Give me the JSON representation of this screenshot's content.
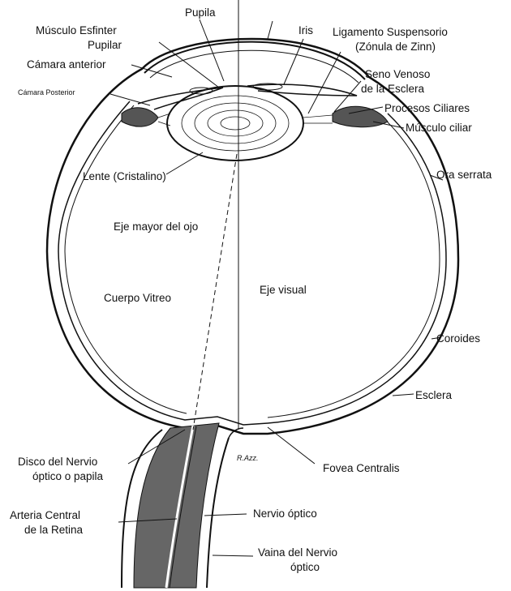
{
  "diagram": {
    "labels": {
      "pupila": "Pupila",
      "musculo_esfinter_1": "Músculo Esfinter",
      "musculo_esfinter_2": "Pupilar",
      "iris": "Iris",
      "ligamento_1": "Ligamento Suspensorio",
      "ligamento_2": "(Zónula de Zinn)",
      "camara_anterior": "Cámara anterior",
      "camara_posterior": "Cámara Posterior",
      "seno_1": "Seno Venoso",
      "seno_2": "de la Esclera",
      "procesos": "Procesos Ciliares",
      "musculo_ciliar": "Músculo ciliar",
      "lente": "Lente (Cristalino)",
      "ora": "Ora serrata",
      "eje_mayor": "Eje mayor del ojo",
      "cuerpo": "Cuerpo Vitreo",
      "eje_visual": "Eje visual",
      "coroides": "Coroides",
      "esclera": "Esclera",
      "disco_1": "Disco del Nervio",
      "disco_2": "óptico o papila",
      "fovea": "Fovea Centralis",
      "arteria_1": "Arteria Central",
      "arteria_2": "de la Retina",
      "nervio": "Nervio óptico",
      "vaina_1": "Vaina del Nervio",
      "vaina_2": "óptico",
      "firma": "R.Azz."
    }
  }
}
